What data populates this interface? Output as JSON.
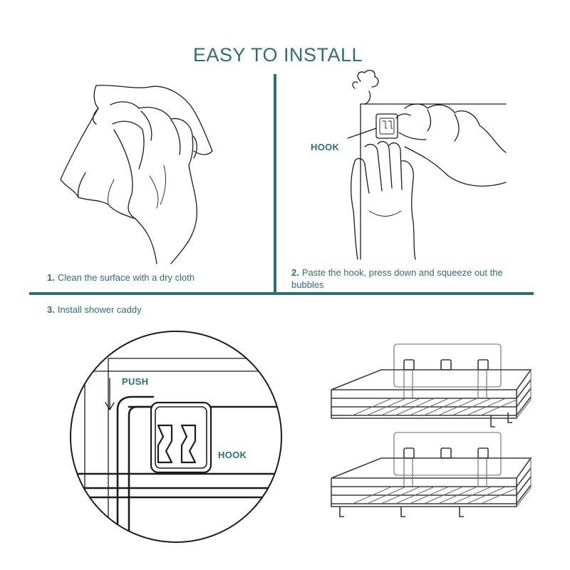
{
  "title": "EASY TO INSTALL",
  "steps": [
    {
      "num": "1.",
      "text": "Clean the surface with a dry cloth"
    },
    {
      "num": "2.",
      "text": "Paste the hook, press down and squeeze out the bubbles"
    },
    {
      "num": "3.",
      "text": "Install shower caddy"
    }
  ],
  "labels": {
    "hook_step2": "HOOK",
    "push": "PUSH",
    "hook_step3": "HOOK"
  },
  "colors": {
    "accent": "#2e6e78",
    "line": "#1c1c1c"
  },
  "icons": {
    "step1": "hand-wiping-cloth-illustration",
    "step2": "hands-pressing-hook-illustration",
    "step3_detail": "hook-push-detail-illustration",
    "step3_product": "shower-caddy-illustration"
  }
}
